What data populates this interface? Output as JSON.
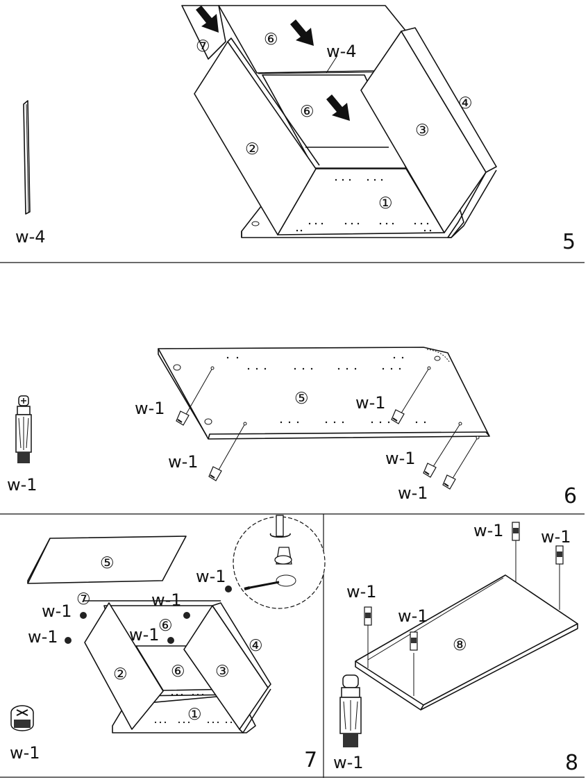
{
  "steps": {
    "s5": {
      "number": "5",
      "loose_part_label": "w-4",
      "panel_label": "w-4",
      "part_numbers": [
        "①",
        "②",
        "③",
        "④",
        "⑥",
        "⑥",
        "⑦"
      ]
    },
    "s6": {
      "number": "6",
      "reference_label": "w-1",
      "panel_number": "⑤",
      "callouts": [
        "w-1",
        "w-1",
        "w-1",
        "w-1",
        "w-1"
      ]
    },
    "s7": {
      "number": "7",
      "reference_label": "w-1",
      "top_panel_number": "⑤",
      "callouts": [
        "w-1",
        "w-1",
        "w-1",
        "w-1",
        "w-1"
      ],
      "part_numbers": [
        "①",
        "②",
        "③",
        "④",
        "⑥",
        "⑥",
        "⑦"
      ]
    },
    "s8": {
      "number": "8",
      "reference_label": "w-1",
      "panel_number": "⑧",
      "callouts": [
        "w-1",
        "w-1",
        "w-1",
        "w-1"
      ]
    }
  },
  "colors": {
    "ink": "#111111",
    "paper": "#ffffff"
  }
}
